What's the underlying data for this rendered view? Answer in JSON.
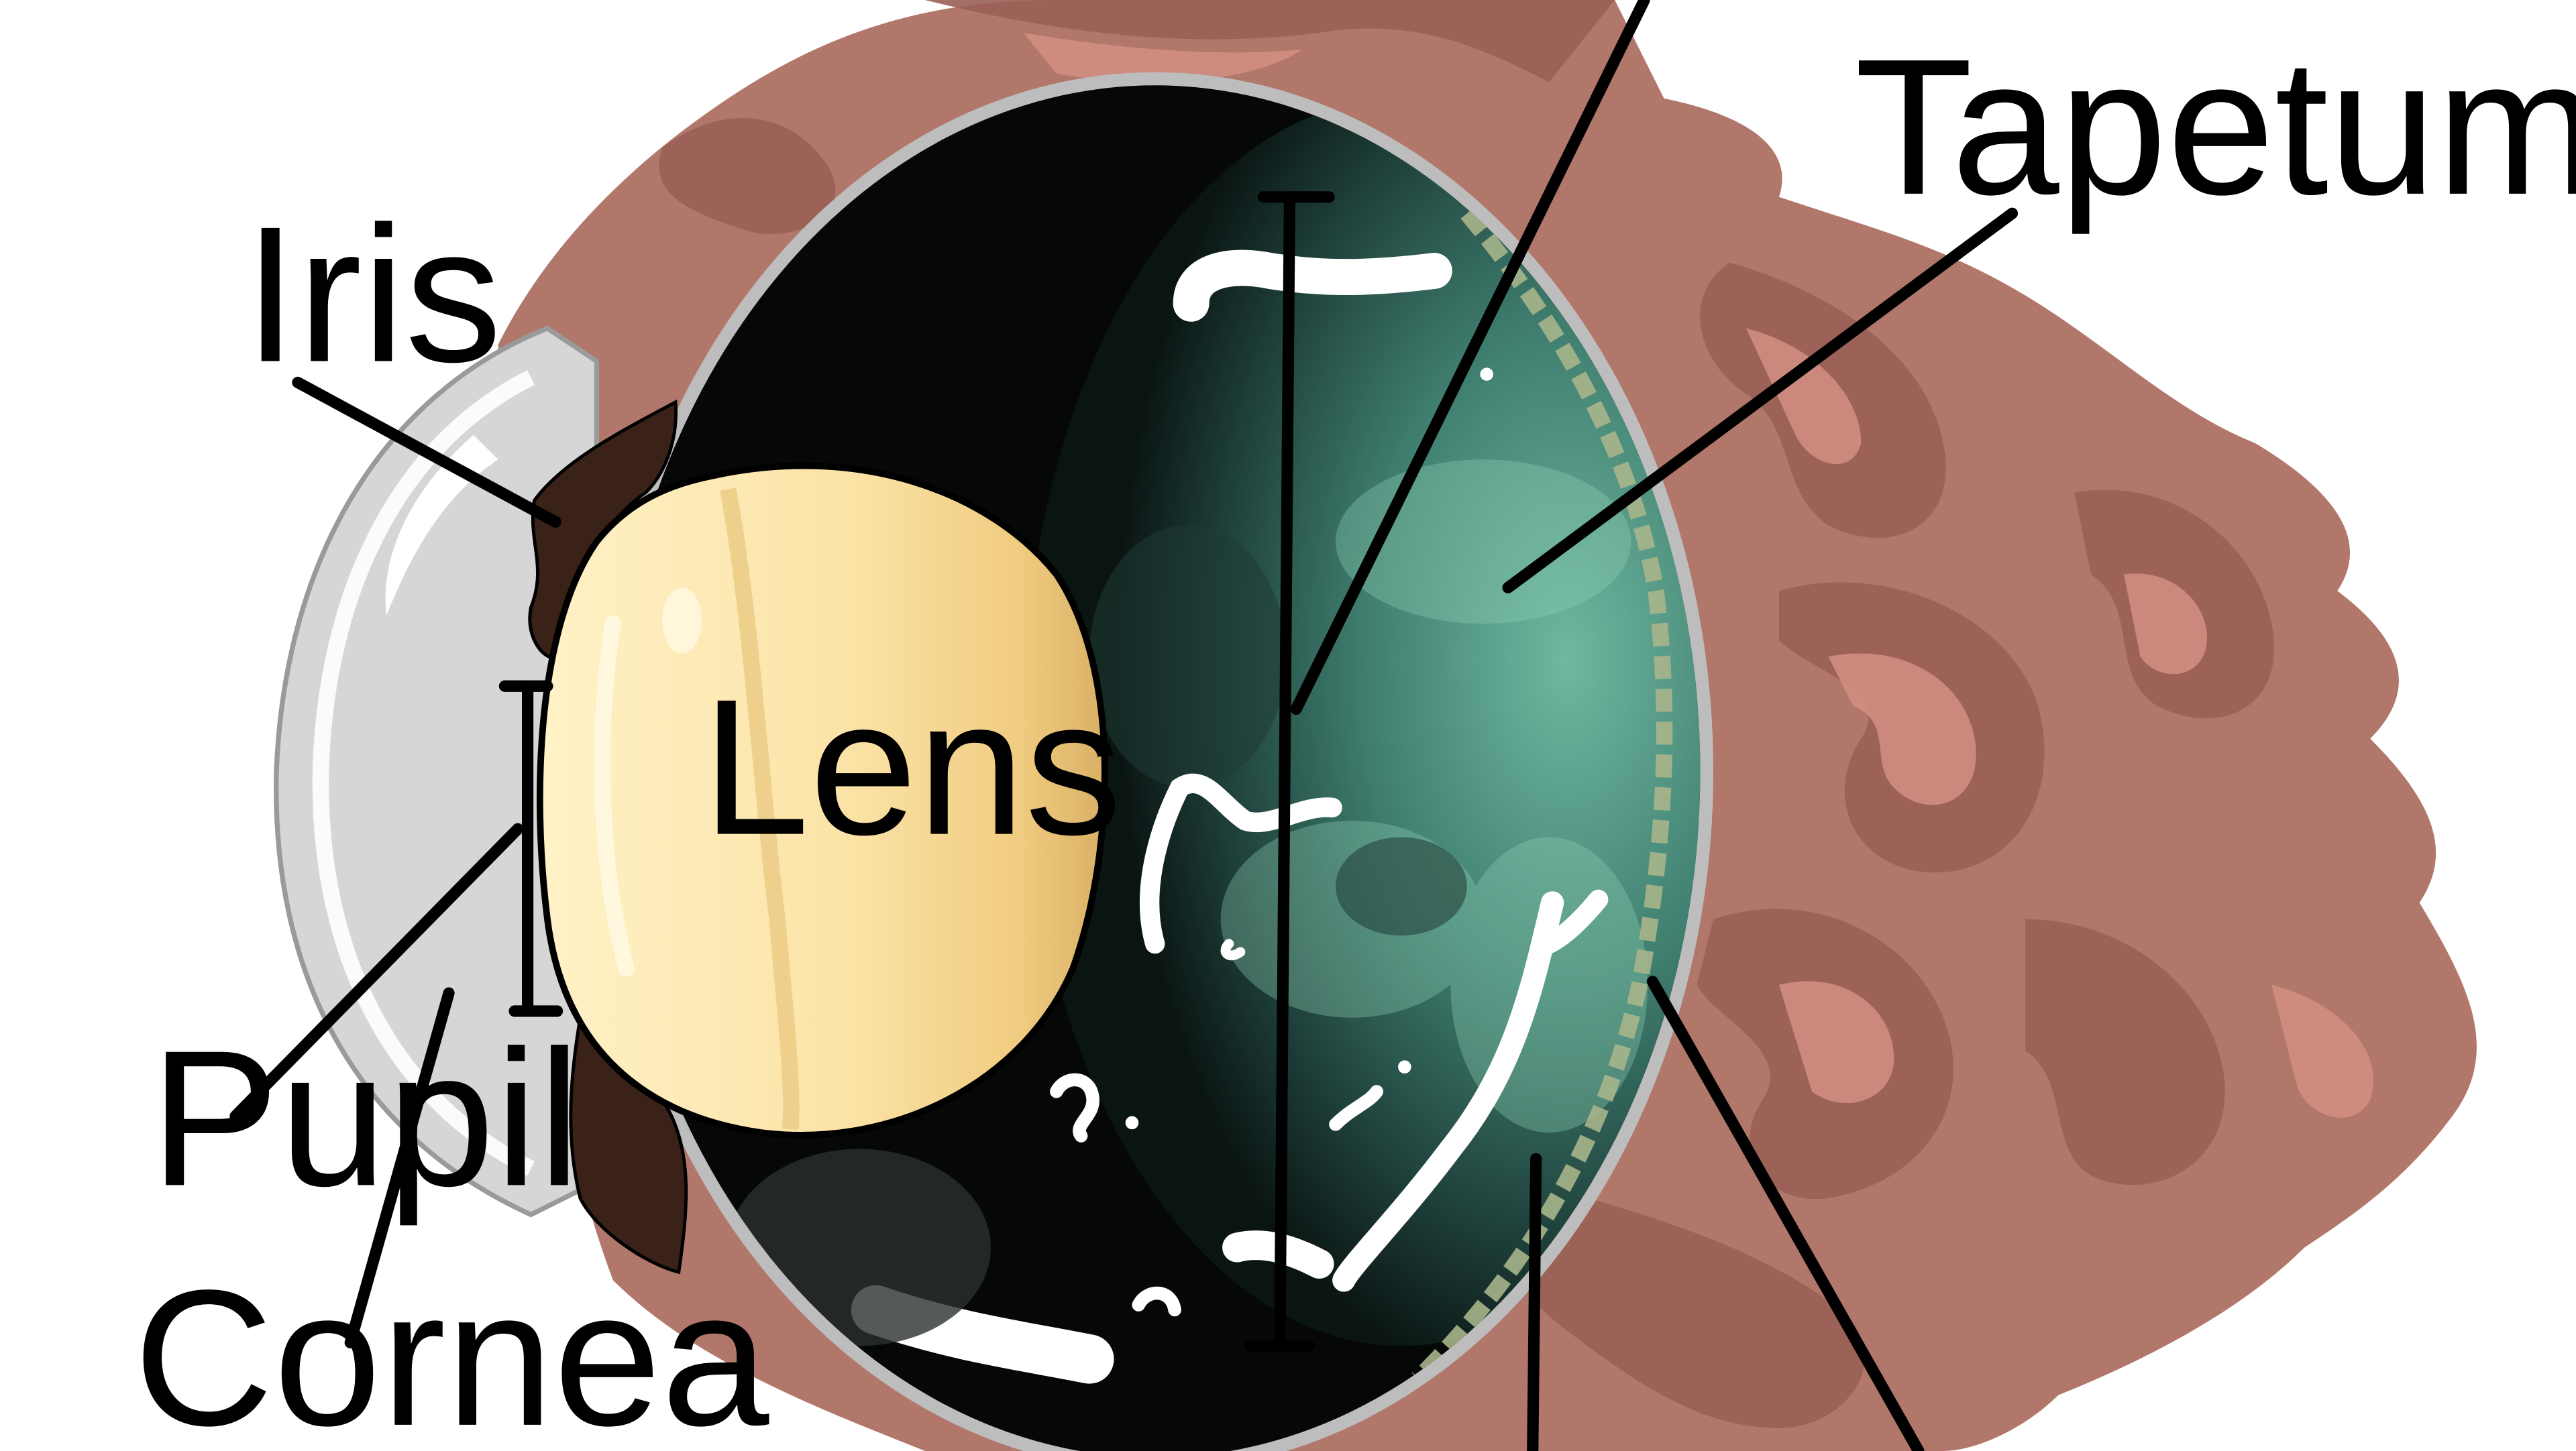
{
  "labels": {
    "iris": "Iris",
    "lens": "Lens",
    "pupil": "Pupil",
    "cornea": "Cornea",
    "tapetum": "Tapetum"
  },
  "colors": {
    "background": "#ffffff",
    "muscle": "#b0776a",
    "muscle_dark": "#9a5f55",
    "muscle_light": "#d48f82",
    "sclera": "#bfbfbf",
    "cornea": "#d9d9d9",
    "vitreous_dark": "#050807",
    "tapetum": "#5aa18c",
    "tapetum_deep": "#2e5d55",
    "lens": "#f9df9e",
    "lens_edge": "#d3ad63",
    "iris": "#3a2218",
    "retina_line": "#a7b58a",
    "outline": "#000000"
  }
}
